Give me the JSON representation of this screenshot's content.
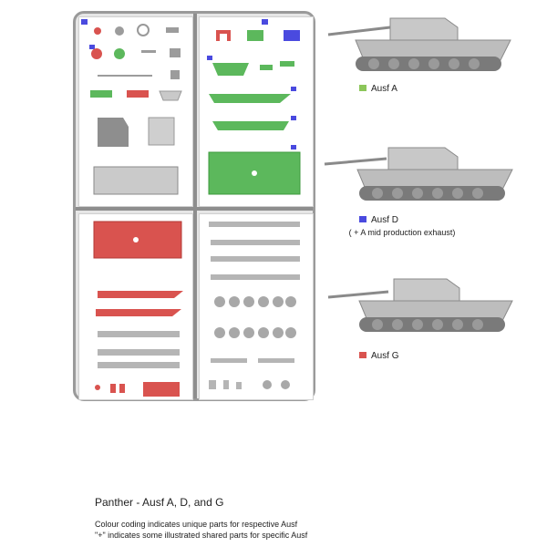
{
  "colors": {
    "ausf_a": "#5cb85c",
    "ausf_d": "#4a4adf",
    "ausf_g": "#d9534f",
    "sprue": "#9a9a9a",
    "part": "#bdbdbd"
  },
  "legend": [
    {
      "label": "Ausf A",
      "color": "#8cc65a"
    },
    {
      "label": "Ausf D",
      "color": "#4a4adf"
    },
    {
      "label": "Ausf G",
      "color": "#d9534f"
    }
  ],
  "legend_note": "( + A mid production exhaust)",
  "title": "Panther - Ausf A, D, and G",
  "caption_lines": [
    "Colour coding indicates unique parts for respective Ausf",
    "\"+\" indicates some illustrated shared parts for specific Ausf"
  ]
}
